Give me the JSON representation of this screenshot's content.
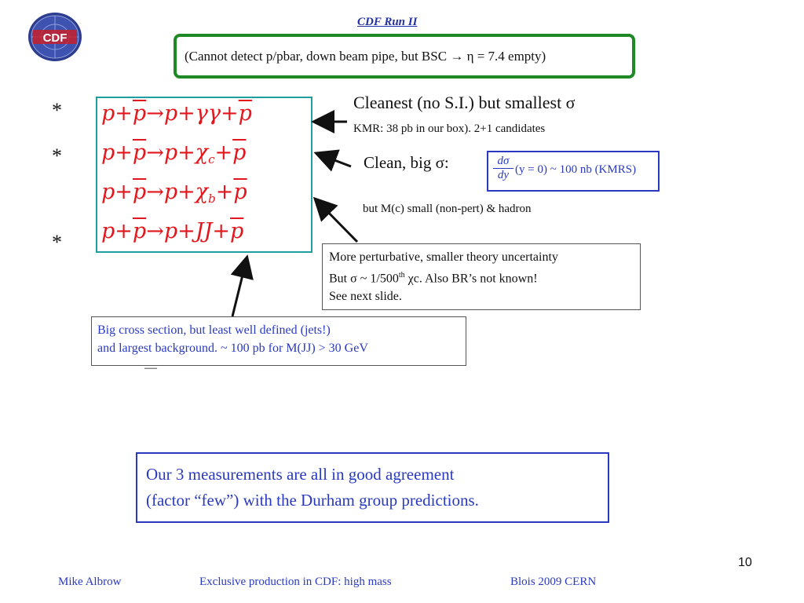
{
  "header": {
    "logo_text": "CDF",
    "run_title": "CDF Run II",
    "note": "(Cannot detect p/pbar, down beam pipe, but BSC → η = 7.4 empty)"
  },
  "stars": [
    "*",
    "*",
    "*"
  ],
  "equations": [
    {
      "prefix": "p+",
      "pbar": "p",
      "mid": "→p+",
      "product": "γγ",
      "sub": "",
      "plus": "+",
      "pbar2": "p"
    },
    {
      "prefix": "p+",
      "pbar": "p",
      "mid": "→p+",
      "product": "χ",
      "sub": "c",
      "plus": "+",
      "pbar2": "p"
    },
    {
      "prefix": "p+",
      "pbar": "p",
      "mid": "→p+",
      "product": "χ",
      "sub": "b",
      "plus": "+",
      "pbar2": "p"
    },
    {
      "prefix": "p+",
      "pbar": "p",
      "mid": "→p+",
      "product": "JJ",
      "sub": "",
      "plus": "+",
      "pbar2": "p"
    }
  ],
  "annotations": {
    "cleanest": "Cleanest (no S.I.) but smallest σ",
    "kmr": "KMR: 38 pb in our box). 2+1 candidates",
    "clean_big": "Clean, big σ:",
    "formula_num": "dσ",
    "formula_den": "dy",
    "formula_rest": "(y = 0) ~ 100 nb (KMRS)",
    "mass_note": "but M(c) small (non-pert) & hadron"
  },
  "perturbative_box": {
    "line1": "More perturbative, smaller theory uncertainty",
    "line2_a": "But σ ~ 1/500",
    "line2_sup": "th",
    "line2_b": " χc. Also BR’s not known!",
    "line3": "See next slide."
  },
  "jets_box": {
    "line1": "Big cross section, but least well defined (jets!)",
    "line2": "and largest background. ~ 100 pb for M(JJ) > 30 GeV"
  },
  "dash": "—",
  "agreement_box": {
    "line1": "Our 3 measurements are all in good agreement",
    "line2": "(factor “few”) with the Durham group predictions."
  },
  "page_number": "10",
  "footer": {
    "author": "Mike Albrow",
    "topic": "Exclusive production in CDF: high mass",
    "venue": "Blois 2009 CERN"
  },
  "colors": {
    "green_border": "#1f8a25",
    "teal_border": "#1f9fa0",
    "equation_red": "#e2161c",
    "blue_text": "#2a3ac0"
  }
}
